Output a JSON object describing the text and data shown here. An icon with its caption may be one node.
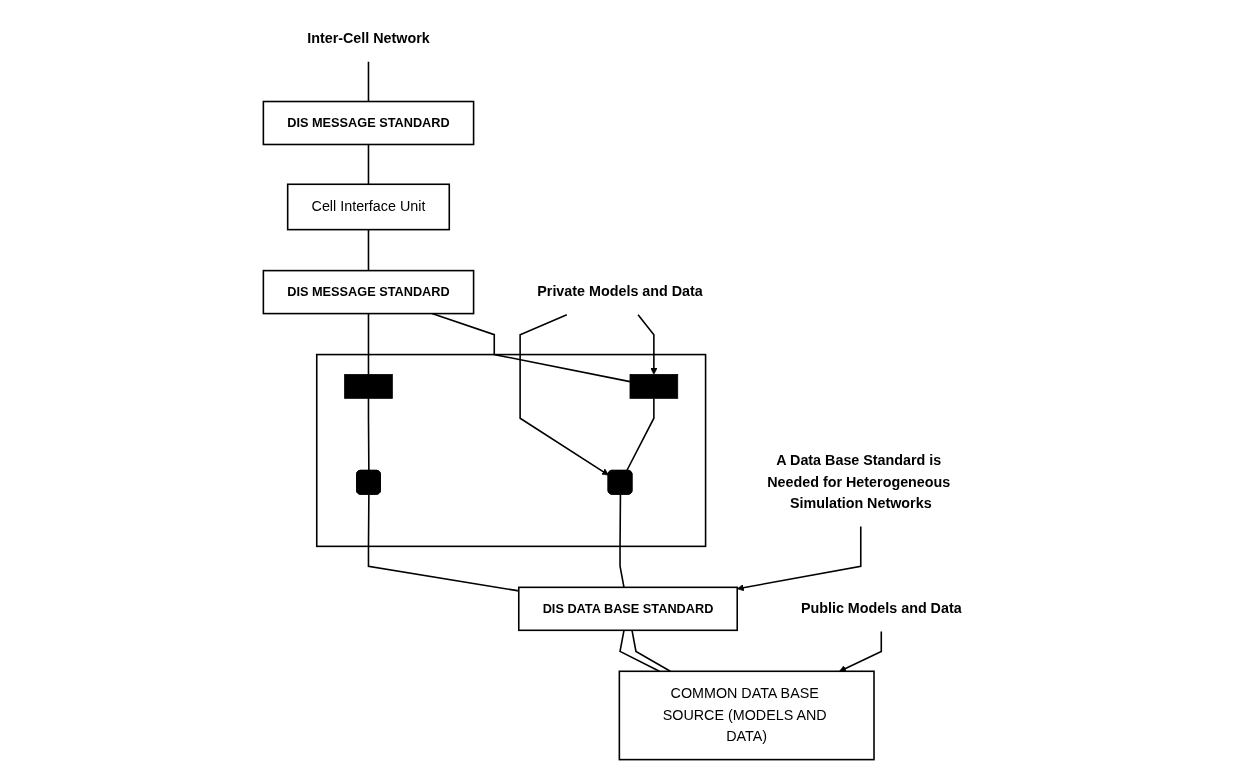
{
  "diagram": {
    "nodes": [
      {
        "text": [
          "Inter-Cell Network"
        ]
      },
      {
        "text": [
          "DIS MESSAGE STANDARD"
        ]
      },
      {
        "text": [
          "Cell Interface Unit"
        ]
      },
      {
        "text": [
          "DIS MESSAGE STANDARD"
        ]
      },
      {
        "text": [],
        "shape": "box"
      },
      {
        "text": [],
        "shape": "box",
        "in": 4
      },
      {
        "text": [],
        "shape": "box",
        "in": 4
      },
      {
        "text": [],
        "shape": "box",
        "in": 4
      },
      {
        "text": [],
        "shape": "box",
        "in": 4
      },
      {
        "text": [
          "DIS DATA BASE STANDARD"
        ]
      },
      {
        "text": [
          "COMMON DATA BASE SOURCE (MODELS AND DATA)"
        ]
      },
      {
        "text": [
          "Private Models and Data"
        ]
      },
      {
        "text": [
          "Public Models and Data"
        ]
      },
      {
        "text": [
          "A Data Base Standard is Needed for Heterogeneous Simulation Networks"
        ]
      }
    ],
    "edges": [
      {
        "from": 0,
        "to": 1,
        "arrow": "none"
      },
      {
        "from": 1,
        "to": 2,
        "arrow": "none"
      },
      {
        "from": 2,
        "to": 3,
        "arrow": "none"
      },
      {
        "from": 3,
        "to": 5,
        "arrow": "none"
      },
      {
        "from": 3,
        "to": 6,
        "arrow": "none"
      },
      {
        "from": 5,
        "to": 7,
        "arrow": "none"
      },
      {
        "from": 6,
        "to": 8,
        "arrow": "none"
      },
      {
        "from": 7,
        "to": 9,
        "arrow": "none"
      },
      {
        "from": 8,
        "to": 9,
        "arrow": "none"
      },
      {
        "from": 9,
        "to": 10,
        "arrow": "none"
      },
      {
        "from": 9,
        "to": 10,
        "arrow": "none"
      },
      {
        "from": 11,
        "to": 5,
        "arrow": "to"
      },
      {
        "from": 11,
        "to": 7,
        "arrow": "to"
      },
      {
        "from": 12,
        "to": 10,
        "arrow": "to"
      },
      {
        "from": 13,
        "to": 9,
        "arrow": "to"
      }
    ]
  }
}
